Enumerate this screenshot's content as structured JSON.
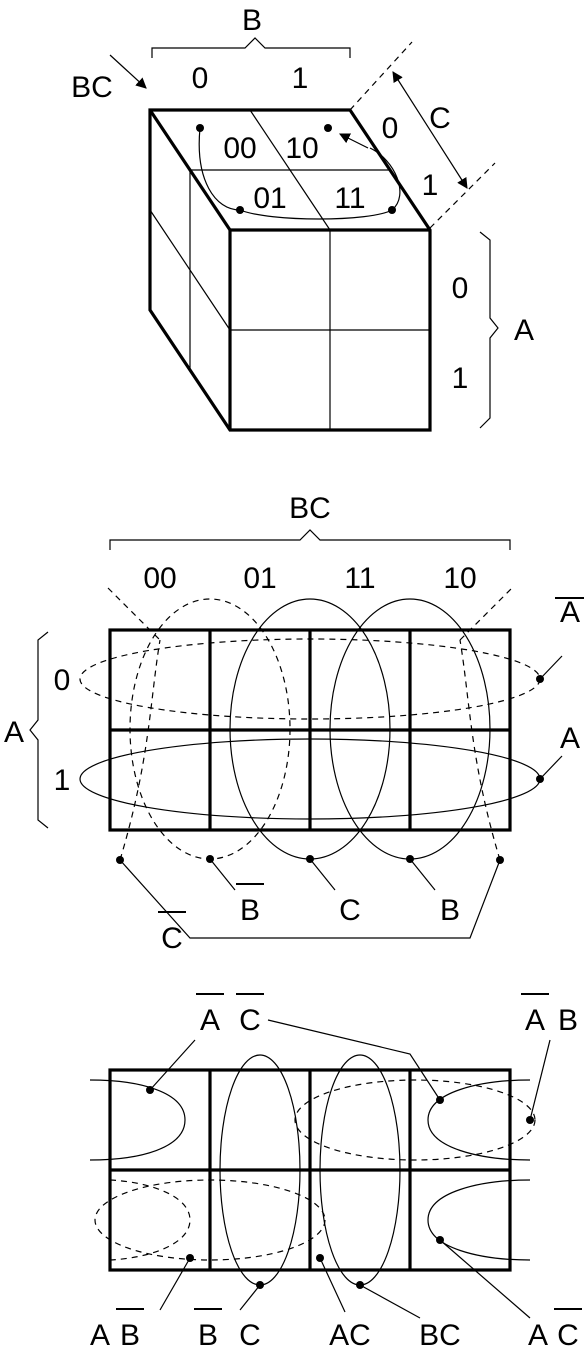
{
  "cube": {
    "b_label": "B",
    "b_values": [
      "0",
      "1"
    ],
    "bc_label": "BC",
    "c_label": "C",
    "c_values": [
      "0",
      "1"
    ],
    "a_label": "A",
    "a_values": [
      "0",
      "1"
    ],
    "top_codes": [
      "00",
      "10",
      "01",
      "11"
    ]
  },
  "map": {
    "bc_label": "BC",
    "columns": [
      "00",
      "01",
      "11",
      "10"
    ],
    "a_label": "A",
    "rows": [
      "0",
      "1"
    ],
    "right_labels": [
      "A",
      "A"
    ],
    "bottom_labels": [
      "B",
      "C",
      "B"
    ],
    "c_bar_label": "C"
  },
  "groups": {
    "top_labels": [
      "A",
      "C",
      "A",
      "B"
    ],
    "bottom_labels": [
      "A",
      "B",
      "B",
      "C",
      "AC",
      "BC",
      "A",
      "C"
    ]
  }
}
